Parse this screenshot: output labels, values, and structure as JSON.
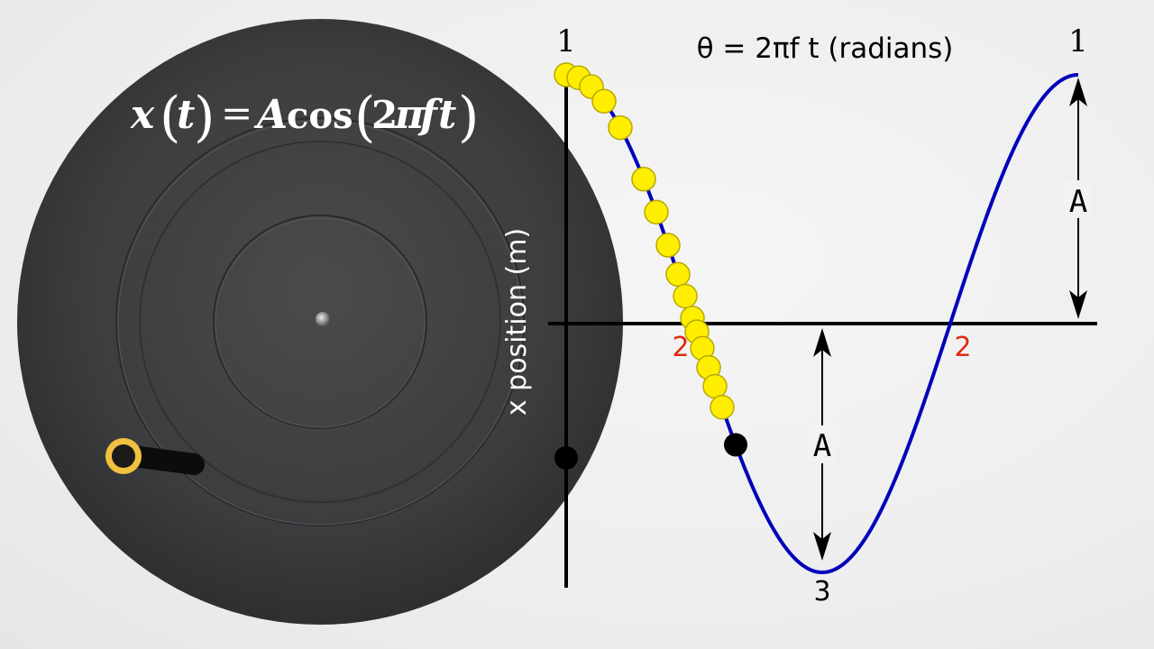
{
  "equation": {
    "x": "x",
    "t": "t",
    "equals": "=",
    "A": "A",
    "cos": "cos",
    "two": "2",
    "pi": "π",
    "f": "f",
    "t2": "t"
  },
  "graph": {
    "angle_label": "θ = 2πf t (radians)",
    "axis_label": "x position (m)",
    "label_1_left": "1",
    "label_1_right": "1",
    "label_2_left": "2",
    "label_2_right": "2",
    "label_3": "3",
    "amplitude_upper": "A",
    "amplitude_lower": "A"
  },
  "colors": {
    "curve": "#0000bb",
    "dots": "#ffee00",
    "dot_stroke": "#b8a800",
    "red_labels": "#e02a10",
    "turntable": "#3c3d3f",
    "peg": "#e0b030"
  }
}
